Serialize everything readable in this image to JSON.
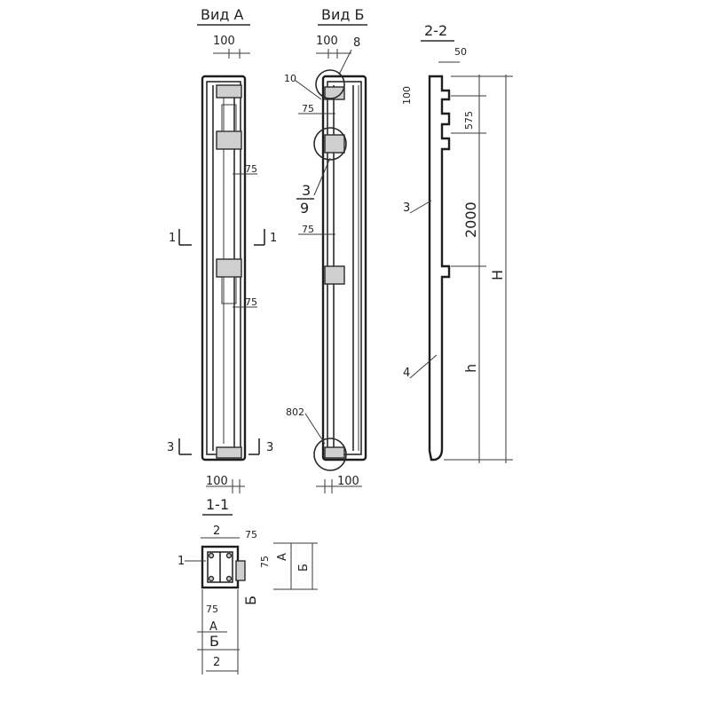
{
  "views": {
    "view_a": {
      "title": "Вид А",
      "top_dim": "100",
      "bottom_dim": "100",
      "dim_75_upper": "75",
      "dim_75_lower": "75"
    },
    "view_b": {
      "title": "Вид Б",
      "top_dim": "100",
      "bottom_dim": "100",
      "dim_75_upper": "75",
      "dim_75_mid": "75"
    },
    "section_2_2": {
      "title": "2-2",
      "dim_50": "50",
      "dim_100": "100",
      "dim_575": "575",
      "dim_2000": "2000",
      "h_label": "h",
      "H_label": "H"
    },
    "section_1_1": {
      "title": "1-1",
      "dim_2_top": "2",
      "dim_2_bottom": "2",
      "dim_75_top": "75",
      "dim_75_side": "75",
      "dim_75_bottom": "75",
      "dim_b_bottom": "Б",
      "dim_b_side": "Б",
      "dim_a_side": "А",
      "dim_a_bottom": "А"
    }
  },
  "cuts": {
    "cut_1": "1",
    "cut_3": "3"
  },
  "callouts": {
    "c8": "8",
    "c10": "10",
    "c3_frac": "3",
    "c9_frac": "9",
    "c802": "802",
    "c3_side": "3",
    "c4_side": "4",
    "c1_sec": "1"
  }
}
